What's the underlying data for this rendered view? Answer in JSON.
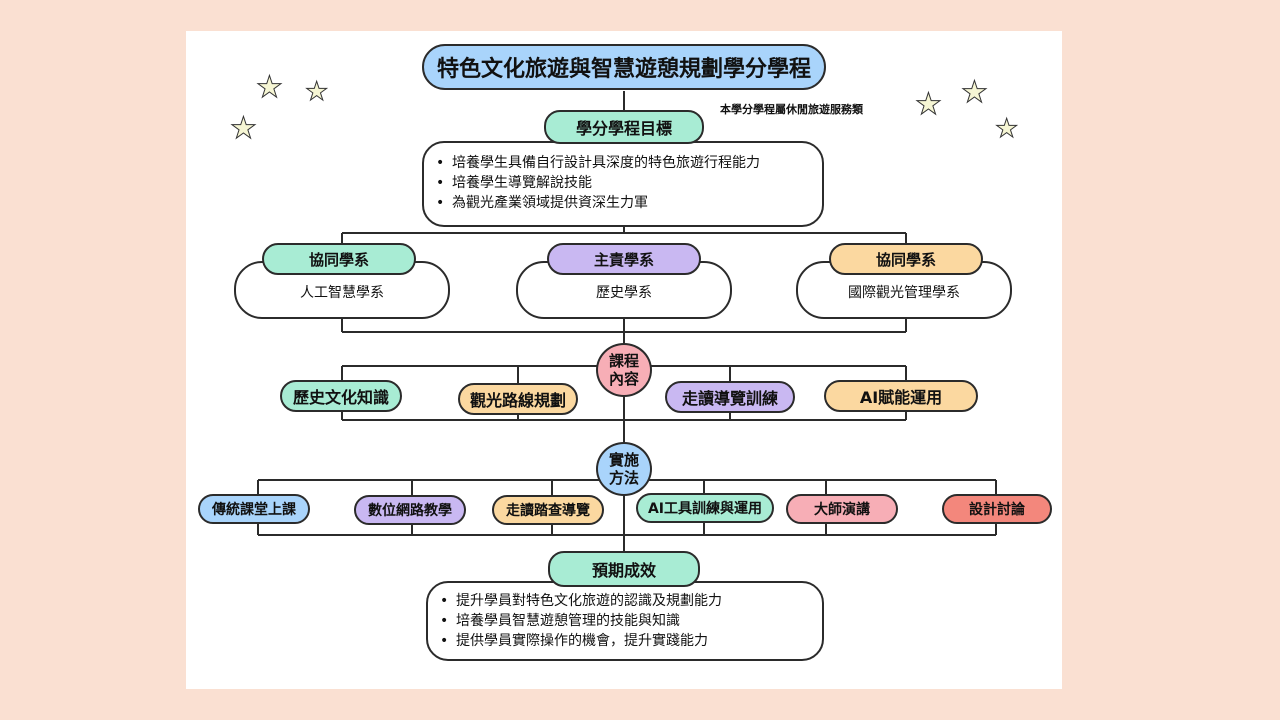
{
  "title": "特色文化旅遊與智慧遊憩規劃學分學程",
  "note": "本學分學程屬休閒旅遊服務類",
  "goals": {
    "heading": "學分學程目標",
    "items": [
      "培養學生具備自行設計具深度的特色旅遊行程能力",
      "培養學生導覽解說技能",
      "為觀光產業領域提供資深生力軍"
    ]
  },
  "departments": [
    {
      "role": "協同學系",
      "name": "人工智慧學系",
      "color": "#a8ecd4"
    },
    {
      "role": "主責學系",
      "name": "歷史學系",
      "color": "#c9b8f2"
    },
    {
      "role": "協同學系",
      "name": "國際觀光管理學系",
      "color": "#fbd8a0"
    }
  ],
  "course_hub": {
    "line1": "課程",
    "line2": "內容",
    "color": "#f7aeb6"
  },
  "courses": [
    {
      "label": "歷史文化知識",
      "color": "#a8ecd4"
    },
    {
      "label": "觀光路線規劃",
      "color": "#fbd8a0"
    },
    {
      "label": "走讀導覽訓練",
      "color": "#c9b8f2"
    },
    {
      "label": "AI賦能運用",
      "color": "#fbd8a0"
    }
  ],
  "method_hub": {
    "line1": "實施",
    "line2": "方法",
    "color": "#a9d4fb"
  },
  "methods": [
    {
      "label": "傳統課堂上課",
      "color": "#a9d4fb"
    },
    {
      "label": "數位網路教學",
      "color": "#c9b8f2"
    },
    {
      "label": "走讀踏查導覽",
      "color": "#fbd8a0"
    },
    {
      "label": "AI工具訓練與運用",
      "color": "#a8ecd4"
    },
    {
      "label": "大師演講",
      "color": "#f7aeb6"
    },
    {
      "label": "設計討論",
      "color": "#f3877c"
    }
  ],
  "outcomes": {
    "heading": "預期成效",
    "items": [
      "提升學員對特色文化旅遊的認識及規劃能力",
      "培養學員智慧遊憩管理的技能與知識",
      "提供學員實際操作的機會，提升實踐能力"
    ]
  },
  "colors": {
    "title": "#a9d4fb",
    "goals": "#a8ecd4",
    "outcomes": "#a8ecd4",
    "page_bg": "#fae0d2",
    "star": "#f6f6d4"
  }
}
